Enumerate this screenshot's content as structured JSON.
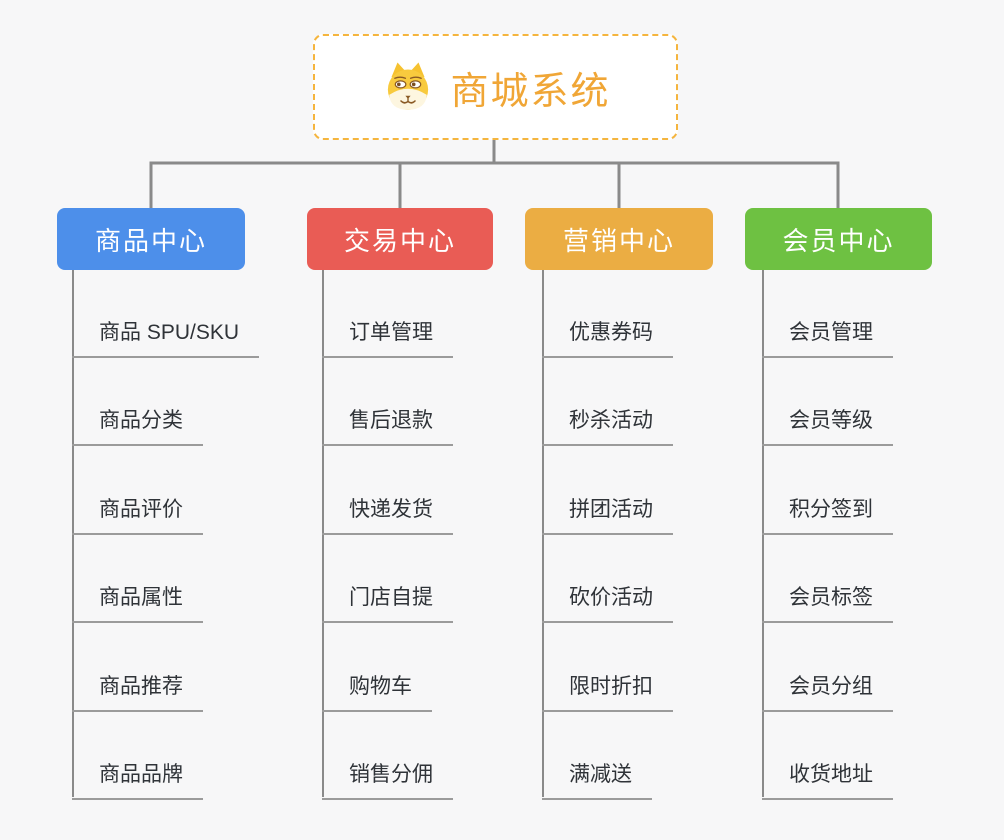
{
  "root": {
    "title": "商城系统",
    "icon": "dog-face-icon",
    "border_color": "#f5b53e",
    "title_color": "#f0a636",
    "background": "#ffffff"
  },
  "branches": [
    {
      "label": "商品中心",
      "color": "#4d8fea",
      "children": [
        "商品 SPU/SKU",
        "商品分类",
        "商品评价",
        "商品属性",
        "商品推荐",
        "商品品牌"
      ]
    },
    {
      "label": "交易中心",
      "color": "#e95c55",
      "children": [
        "订单管理",
        "售后退款",
        "快递发货",
        "门店自提",
        "购物车",
        "销售分佣"
      ]
    },
    {
      "label": "营销中心",
      "color": "#ebad43",
      "children": [
        "优惠券码",
        "秒杀活动",
        "拼团活动",
        "砍价活动",
        "限时折扣",
        "满减送"
      ]
    },
    {
      "label": "会员中心",
      "color": "#6ec142",
      "children": [
        "会员管理",
        "会员等级",
        "积分签到",
        "会员标签",
        "会员分组",
        "收货地址"
      ]
    }
  ],
  "colors": {
    "background": "#f7f7f8",
    "connector": "#8a8a8a",
    "leaf_underline": "#9b9b9b",
    "leaf_text": "#2f3338",
    "branch_text": "#ffffff"
  }
}
